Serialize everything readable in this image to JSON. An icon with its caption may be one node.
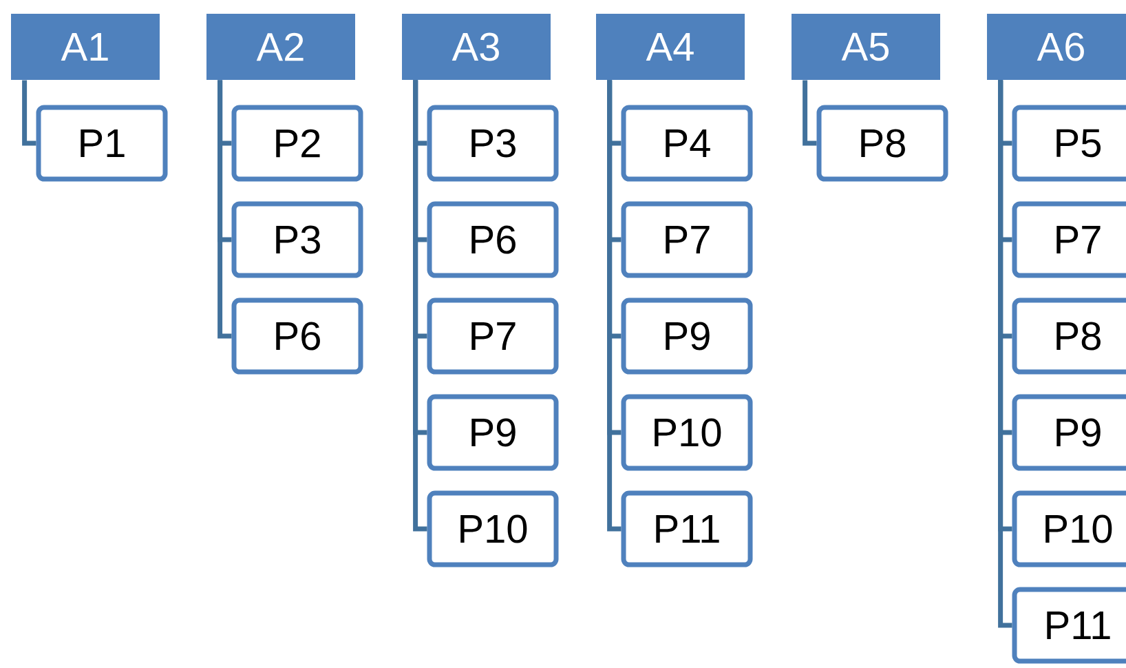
{
  "diagram": {
    "nodes": [
      {
        "text": [
          "A1"
        ]
      },
      {
        "text": [
          "P1"
        ]
      },
      {
        "text": [
          "A2"
        ]
      },
      {
        "text": [
          "P2"
        ]
      },
      {
        "text": [
          "P3"
        ]
      },
      {
        "text": [
          "P6"
        ]
      },
      {
        "text": [
          "A3"
        ]
      },
      {
        "text": [
          "P3"
        ]
      },
      {
        "text": [
          "P6"
        ]
      },
      {
        "text": [
          "P7"
        ]
      },
      {
        "text": [
          "P9"
        ]
      },
      {
        "text": [
          "P10"
        ]
      },
      {
        "text": [
          "A4"
        ]
      },
      {
        "text": [
          "P4"
        ]
      },
      {
        "text": [
          "P7"
        ]
      },
      {
        "text": [
          "P9"
        ]
      },
      {
        "text": [
          "P10"
        ]
      },
      {
        "text": [
          "P11"
        ]
      },
      {
        "text": [
          "A5"
        ]
      },
      {
        "text": [
          "P8"
        ]
      },
      {
        "text": [
          "A6"
        ]
      },
      {
        "text": [
          "P5"
        ]
      },
      {
        "text": [
          "P7"
        ]
      },
      {
        "text": [
          "P8"
        ]
      },
      {
        "text": [
          "P9"
        ]
      },
      {
        "text": [
          "P10"
        ]
      },
      {
        "text": [
          "P11"
        ]
      }
    ],
    "edges": [
      {
        "from": 0,
        "to": 1,
        "arrow": "none"
      },
      {
        "from": 2,
        "to": 3,
        "arrow": "none"
      },
      {
        "from": 2,
        "to": 4,
        "arrow": "none"
      },
      {
        "from": 2,
        "to": 5,
        "arrow": "none"
      },
      {
        "from": 6,
        "to": 7,
        "arrow": "none"
      },
      {
        "from": 6,
        "to": 8,
        "arrow": "none"
      },
      {
        "from": 6,
        "to": 9,
        "arrow": "none"
      },
      {
        "from": 6,
        "to": 10,
        "arrow": "none"
      },
      {
        "from": 6,
        "to": 11,
        "arrow": "none"
      },
      {
        "from": 12,
        "to": 13,
        "arrow": "none"
      },
      {
        "from": 12,
        "to": 14,
        "arrow": "none"
      },
      {
        "from": 12,
        "to": 15,
        "arrow": "none"
      },
      {
        "from": 12,
        "to": 16,
        "arrow": "none"
      },
      {
        "from": 12,
        "to": 17,
        "arrow": "none"
      },
      {
        "from": 18,
        "to": 19,
        "arrow": "none"
      },
      {
        "from": 20,
        "to": 21,
        "arrow": "none"
      },
      {
        "from": 20,
        "to": 22,
        "arrow": "none"
      },
      {
        "from": 20,
        "to": 23,
        "arrow": "none"
      },
      {
        "from": 20,
        "to": 24,
        "arrow": "none"
      },
      {
        "from": 20,
        "to": 25,
        "arrow": "none"
      },
      {
        "from": 20,
        "to": 26,
        "arrow": "none"
      }
    ]
  }
}
